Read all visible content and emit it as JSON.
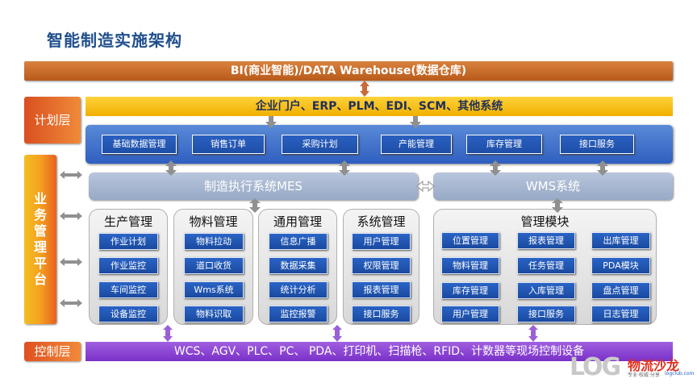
{
  "page_title": "智能制造实施架构",
  "bi_bar": "BI(商业智能)/DATA Warehouse(数据仓库)",
  "layers": {
    "plan": "计划层",
    "business": [
      "业",
      "务",
      "管",
      "理",
      "平",
      "台"
    ],
    "control": "控制层"
  },
  "erp_bar": "企业门户、ERP、PLM、EDI、SCM、其他系统",
  "plan_modules": [
    "基础数据管理",
    "销售订单",
    "采购计划",
    "产能管理",
    "库存管理",
    "接口服务"
  ],
  "mes_bar": "制造执行系统MES",
  "wms_bar": "WMS系统",
  "groups": [
    {
      "title": "生产管理",
      "items": [
        "作业计划",
        "作业监控",
        "车间监控",
        "设备监控"
      ]
    },
    {
      "title": "物料管理",
      "items": [
        "物料拉动",
        "道口收货",
        "Wms系统",
        "物料识取"
      ]
    },
    {
      "title": "通用管理",
      "items": [
        "信息广播",
        "数据采集",
        "统计分析",
        "监控报警"
      ]
    },
    {
      "title": "系统管理",
      "items": [
        "用户管理",
        "权限管理",
        "报表管理",
        "接口服务"
      ]
    }
  ],
  "wms_group": {
    "title": "管理模块",
    "items": [
      "位置管理",
      "报表管理",
      "出库管理",
      "物料管理",
      "任务管理",
      "PDA模块",
      "库存管理",
      "入库管理",
      "盘点管理",
      "用户管理",
      "接口服务",
      "日志管理"
    ]
  },
  "control_bar": "WCS、AGV、PLC、PC、 PDA、打印机、扫描枪、RFID、计数器等现场控制设备",
  "logo": {
    "text": "LOG",
    "cn": "物流沙龙",
    "sub": "专业·权威·分享",
    "url": "logclub.com"
  },
  "colors": {
    "arrow": "#909090",
    "arrow_purple": "#9a60d8"
  }
}
